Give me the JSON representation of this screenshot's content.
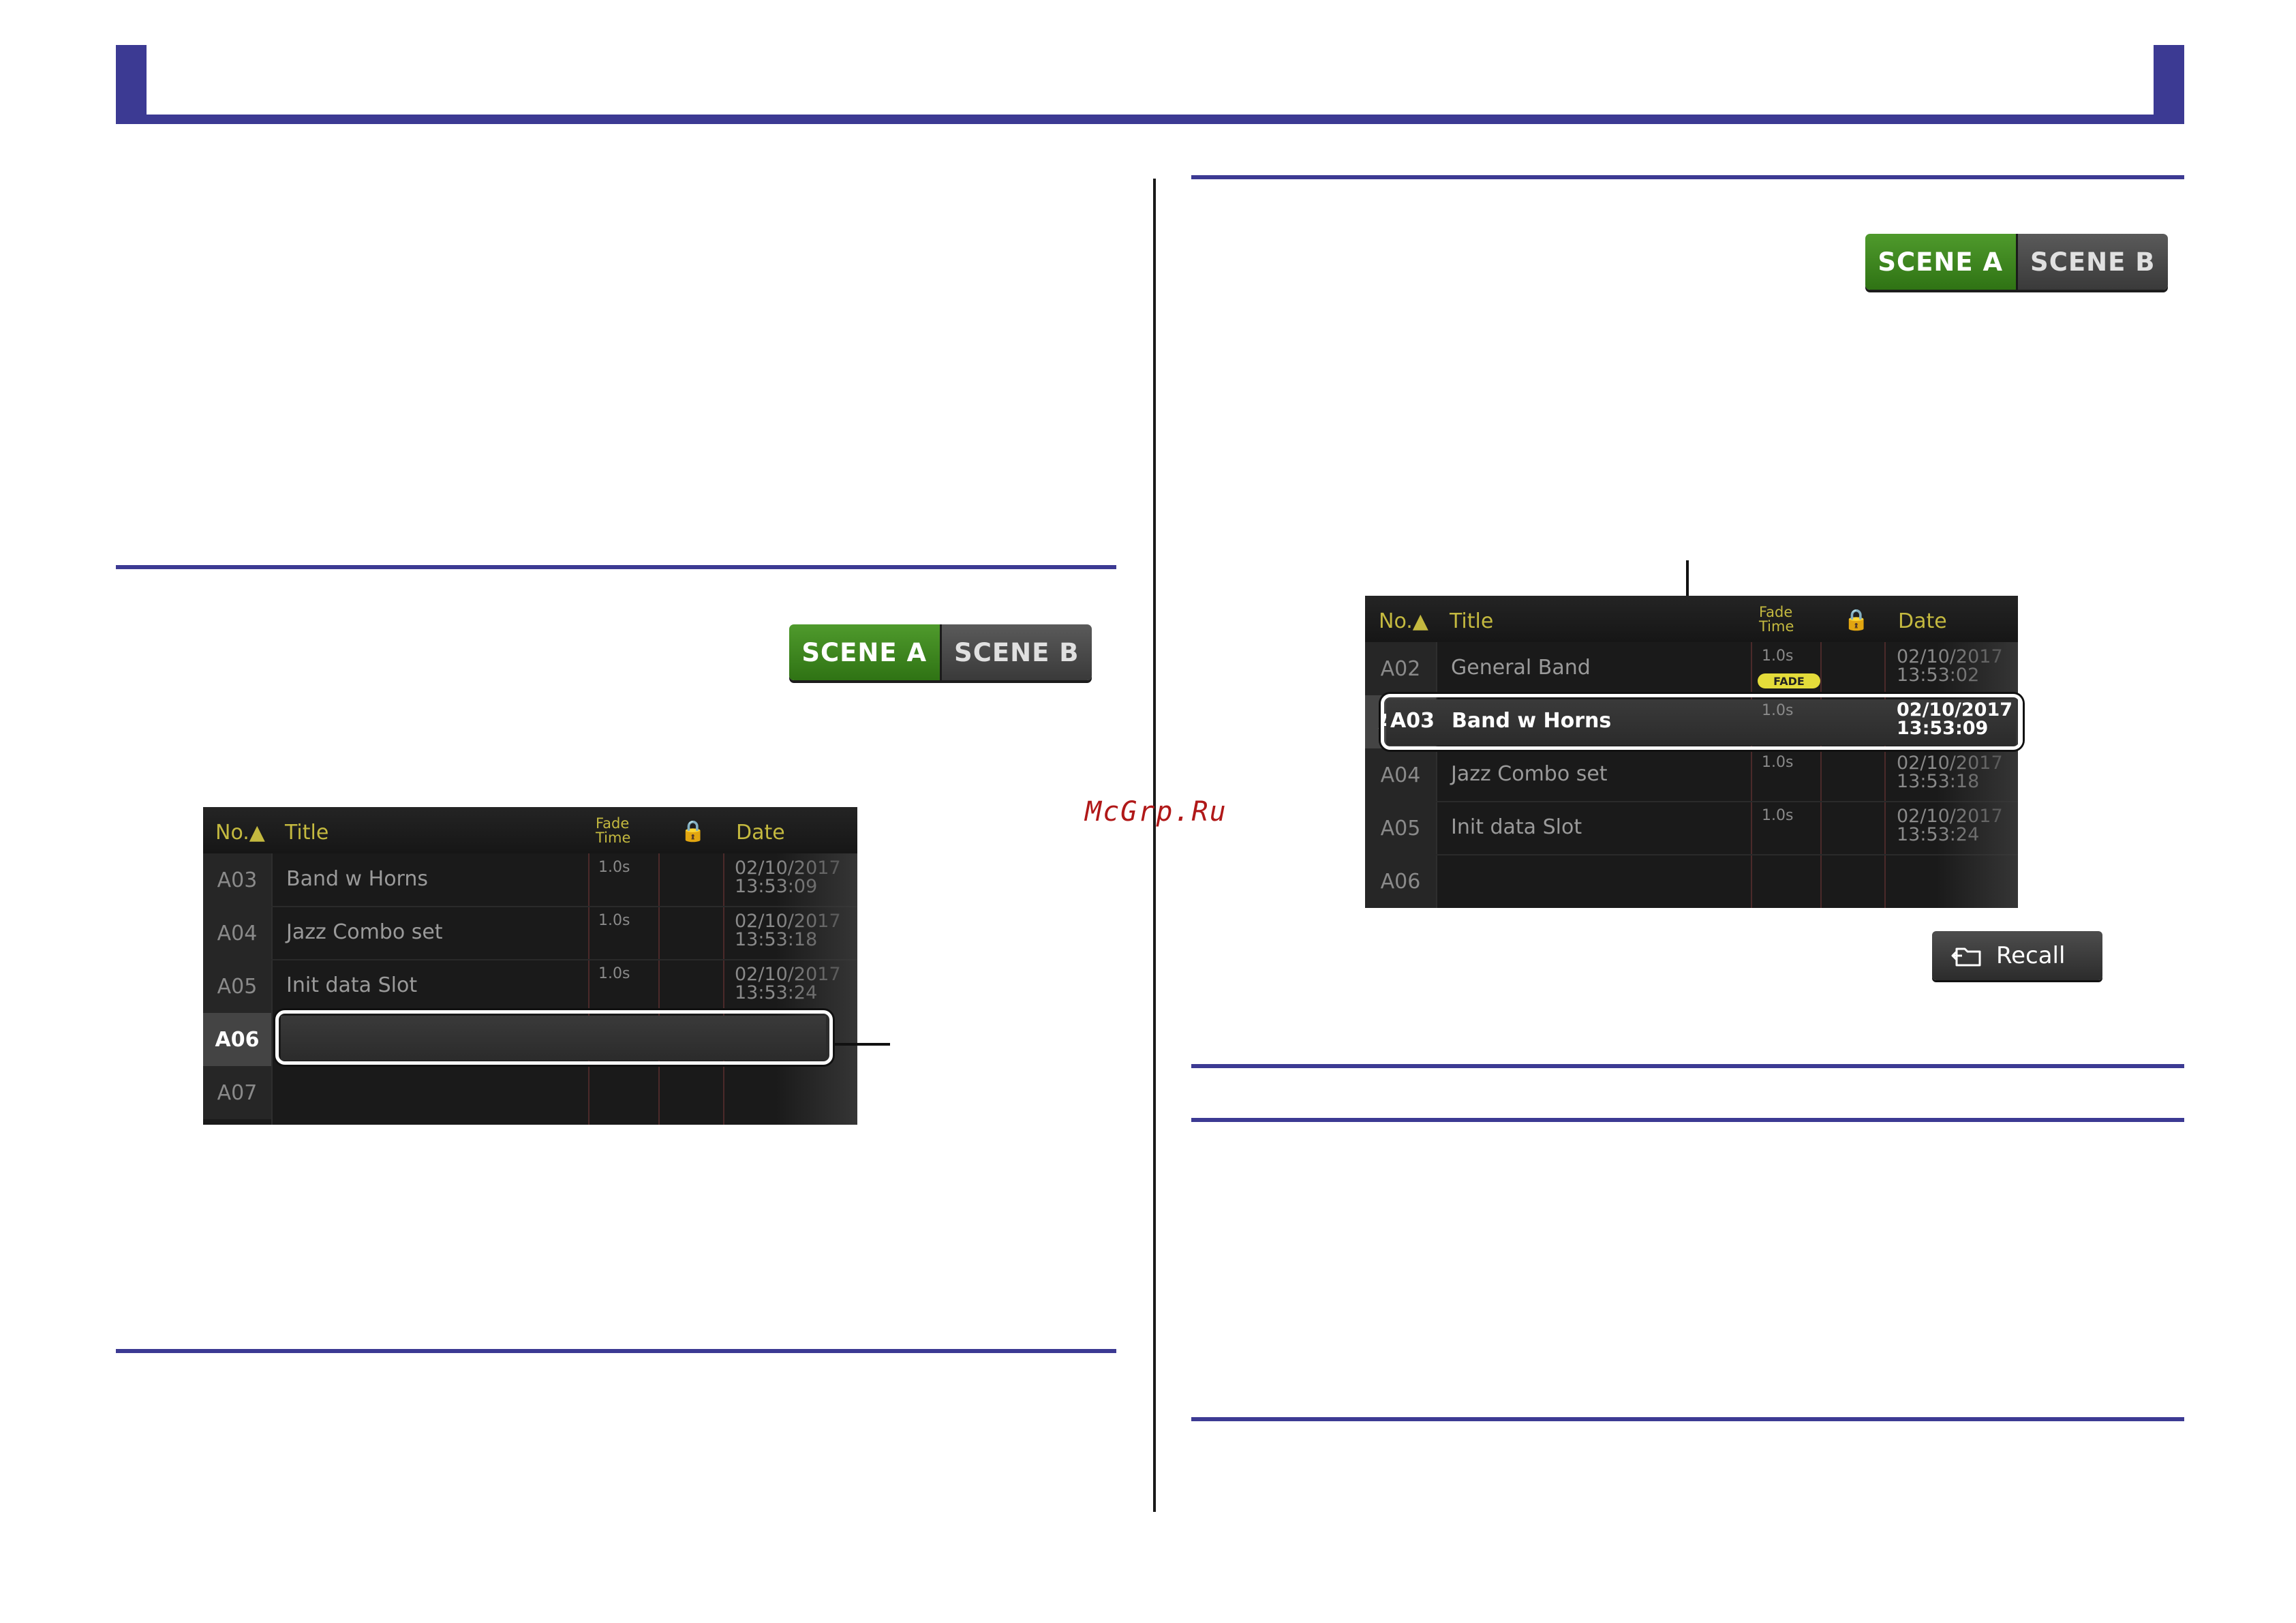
{
  "watermark": "McGrp.Ru",
  "scene_switch": {
    "scene_a": "SCENE A",
    "scene_b": "SCENE B"
  },
  "list_headers": {
    "no": "No.▲",
    "title": "Title",
    "fade_line1": "Fade",
    "fade_line2": "Time",
    "lock": "🔒",
    "date": "Date"
  },
  "left_list": {
    "rows": [
      {
        "no": "A03",
        "title": "Band w Horns",
        "fade": "1.0s",
        "date1": "02/10/2017",
        "date2": "13:53:09"
      },
      {
        "no": "A04",
        "title": "Jazz Combo set",
        "fade": "1.0s",
        "date1": "02/10/2017",
        "date2": "13:53:18"
      },
      {
        "no": "A05",
        "title": "Init data Slot",
        "fade": "1.0s",
        "date1": "02/10/2017",
        "date2": "13:53:24"
      },
      {
        "no": "A06",
        "title": "",
        "fade": "",
        "date1": "",
        "date2": ""
      },
      {
        "no": "A07",
        "title": "",
        "fade": "",
        "date1": "",
        "date2": ""
      }
    ],
    "selected_row": "A06"
  },
  "right_list": {
    "rows": [
      {
        "no": "A02",
        "title": "General Band",
        "fade": "1.0s",
        "badge": "FADE",
        "date1": "02/10/2017",
        "date2": "13:53:02"
      },
      {
        "no": "A03",
        "title": "Band w Horns",
        "fade": "1.0s",
        "date1": "02/10/2017",
        "date2": "13:53:09"
      },
      {
        "no": "A04",
        "title": "Jazz Combo set",
        "fade": "1.0s",
        "date1": "02/10/2017",
        "date2": "13:53:18"
      },
      {
        "no": "A05",
        "title": "Init data Slot",
        "fade": "1.0s",
        "date1": "02/10/2017",
        "date2": "13:53:24"
      },
      {
        "no": "A06",
        "title": "",
        "fade": "",
        "date1": "",
        "date2": ""
      }
    ],
    "selected_row": "A03"
  },
  "recall_button": {
    "label": "Recall",
    "icon": "recall-folder-icon"
  },
  "colors": {
    "accent_rule": "#3c3a93",
    "scene_on": "#3a8a1e",
    "header_text": "#c4b93f",
    "badge": "#e4dc3a",
    "watermark": "#b01818"
  }
}
